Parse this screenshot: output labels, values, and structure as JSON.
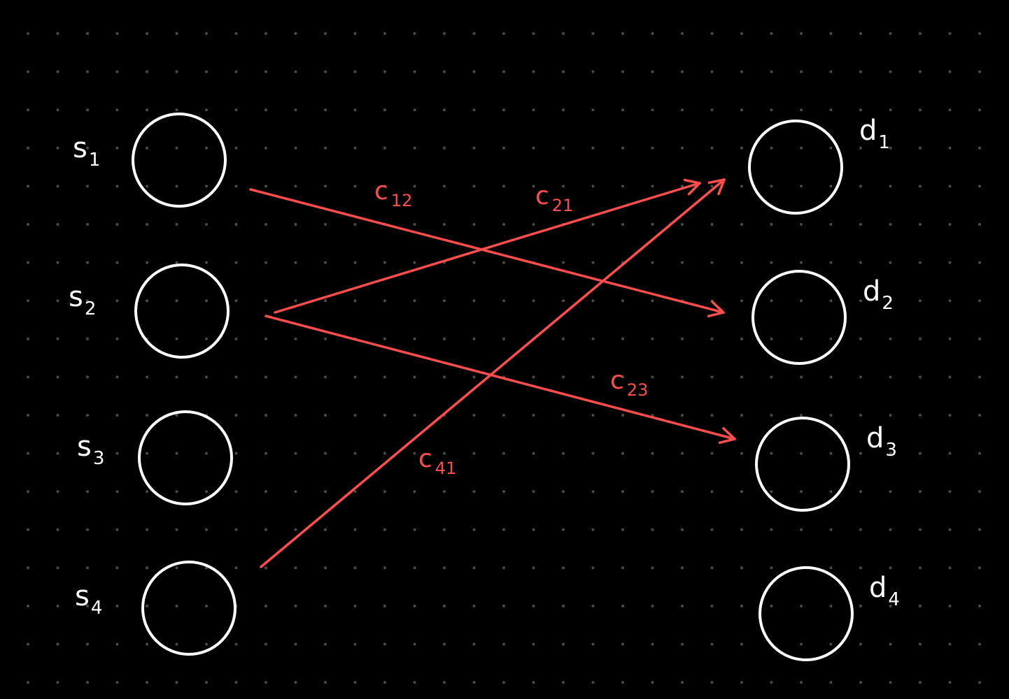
{
  "colors": {
    "background": "#000000",
    "grid_dot": "#4a4a4a",
    "node": "#ffffff",
    "edge": "#ff4d4d"
  },
  "sources": [
    {
      "id": "s1",
      "base": "s",
      "sub": "1"
    },
    {
      "id": "s2",
      "base": "s",
      "sub": "2"
    },
    {
      "id": "s3",
      "base": "s",
      "sub": "3"
    },
    {
      "id": "s4",
      "base": "s",
      "sub": "4"
    }
  ],
  "destinations": [
    {
      "id": "d1",
      "base": "d",
      "sub": "1"
    },
    {
      "id": "d2",
      "base": "d",
      "sub": "2"
    },
    {
      "id": "d3",
      "base": "d",
      "sub": "3"
    },
    {
      "id": "d4",
      "base": "d",
      "sub": "4"
    }
  ],
  "edges": [
    {
      "from": "s1",
      "to": "d2",
      "base": "c",
      "sub": "12"
    },
    {
      "from": "s2",
      "to": "d1",
      "base": "c",
      "sub": "21"
    },
    {
      "from": "s2",
      "to": "d3",
      "base": "c",
      "sub": "23"
    },
    {
      "from": "s4",
      "to": "d1",
      "base": "c",
      "sub": "41"
    }
  ]
}
